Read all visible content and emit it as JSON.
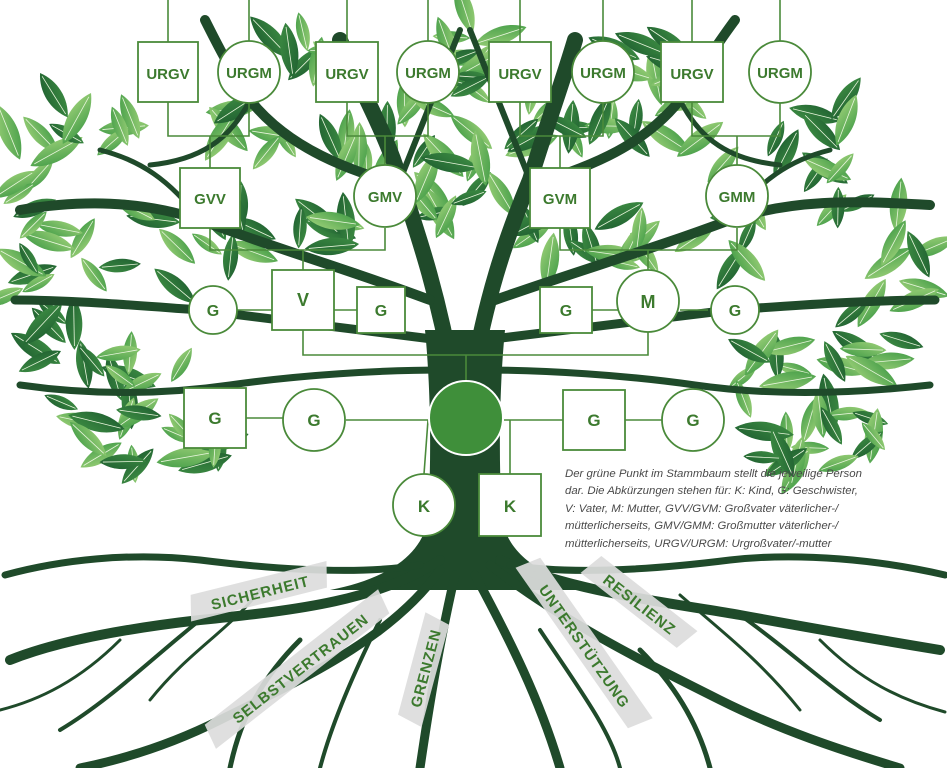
{
  "nodes": {
    "urgv1": "URGV",
    "urgm1": "URGM",
    "urgv2": "URGV",
    "urgm2": "URGM",
    "urgv3": "URGV",
    "urgm3": "URGM",
    "urgv4": "URGV",
    "urgm4": "URGM",
    "gvv": "GVV",
    "gmv": "GMV",
    "gvm": "GVM",
    "gmm": "GMM",
    "v": "V",
    "m": "M",
    "g_left_small_1": "G",
    "g_left_small_2": "G",
    "g_right_small_1": "G",
    "g_right_small_2": "G",
    "g_left_big_1": "G",
    "g_left_big_2": "G",
    "g_right_big_1": "G",
    "g_right_big_2": "G",
    "k1": "K",
    "k2": "K"
  },
  "roots": {
    "sicherheit": "SICHERHEIT",
    "selbstvertrauen": "SELBSTVERTRAUEN",
    "grenzen": "GRENZEN",
    "unterstuetzung": "UNTERSTÜTZUNG",
    "resilienz": "RESILIENZ"
  },
  "caption": "Der grüne Punkt im Stammbaum stellt die jeweilige Person\ndar. Die Abkürzungen stehen für: K: Kind, G: Geschwister,\nV: Vater, M: Mutter, GVV/GVM: Großvater väterlicher-/\nmütterlicherseits, GMV/GMM: Großmutter väterlicher-/\nmütterlicherseits, URGV/URGM: Urgroßvater/-mutter",
  "colors": {
    "trunk": "#1f4a2a",
    "node_stroke": "#4a8a3a",
    "node_text": "#3c7a2e",
    "focus_person": "#3f8f3a",
    "leaf_dark": "#2f7d3a",
    "leaf_light": "#8cc66b",
    "banner": "#dcdcdc"
  }
}
